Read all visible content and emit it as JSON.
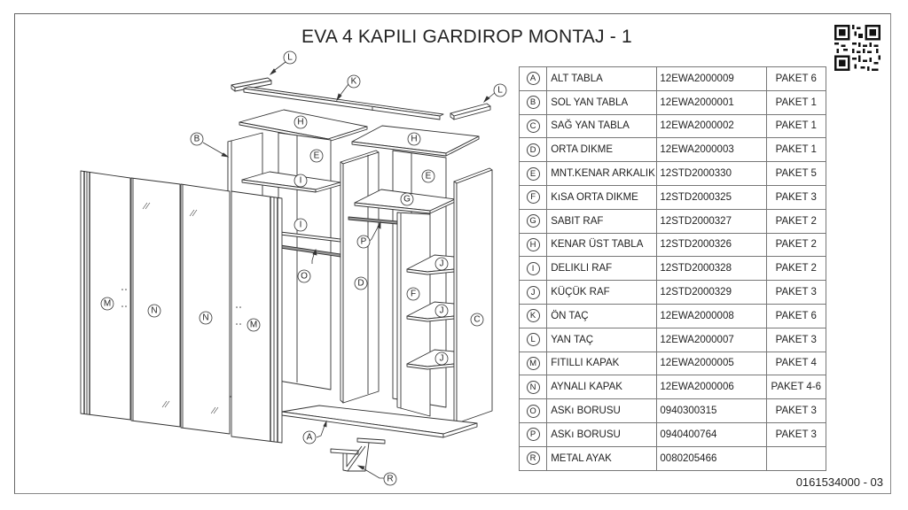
{
  "document": {
    "title": "EVA 4 KAPILI GARDIROP MONTAJ - 1",
    "doc_number": "0161534000 - 03",
    "qr_code": "qr-code"
  },
  "parts_table": {
    "rows": [
      {
        "mark": "A",
        "name": "ALT TABLA",
        "code": "12EWA2000009",
        "package": "PAKET 6"
      },
      {
        "mark": "B",
        "name": "SOL YAN TABLA",
        "code": "12EWA2000001",
        "package": "PAKET 1"
      },
      {
        "mark": "C",
        "name": "SAĞ YAN TABLA",
        "code": "12EWA2000002",
        "package": "PAKET 1"
      },
      {
        "mark": "D",
        "name": "ORTA DIKME",
        "code": "12EWA2000003",
        "package": "PAKET 1"
      },
      {
        "mark": "E",
        "name": "MNT.KENAR ARKALIK",
        "code": "12STD2000330",
        "package": "PAKET 5"
      },
      {
        "mark": "F",
        "name": "KıSA ORTA DIKME",
        "code": "12STD2000325",
        "package": "PAKET 3"
      },
      {
        "mark": "G",
        "name": "SABIT RAF",
        "code": "12STD2000327",
        "package": "PAKET 2"
      },
      {
        "mark": "H",
        "name": "KENAR ÜST TABLA",
        "code": "12STD2000326",
        "package": "PAKET 2"
      },
      {
        "mark": "I",
        "name": "DELIKLI RAF",
        "code": "12STD2000328",
        "package": "PAKET 2"
      },
      {
        "mark": "J",
        "name": "KÜÇÜK RAF",
        "code": "12STD2000329",
        "package": "PAKET 3"
      },
      {
        "mark": "K",
        "name": "ÖN TAÇ",
        "code": "12EWA2000008",
        "package": "PAKET 6"
      },
      {
        "mark": "L",
        "name": "YAN TAÇ",
        "code": "12EWA2000007",
        "package": "PAKET 3"
      },
      {
        "mark": "M",
        "name": "FITILLI KAPAK",
        "code": "12EWA2000005",
        "package": "PAKET 4"
      },
      {
        "mark": "N",
        "name": "AYNALI KAPAK",
        "code": "12EWA2000006",
        "package": "PAKET 4-6"
      },
      {
        "mark": "O",
        "name": "ASKı BORUSU",
        "code": "0940300315",
        "package": "PAKET 3"
      },
      {
        "mark": "P",
        "name": "ASKı BORUSU",
        "code": "0940400764",
        "package": "PAKET 3"
      },
      {
        "mark": "R",
        "name": "METAL AYAK",
        "code": "0080205466",
        "package": ""
      }
    ]
  },
  "drawing": {
    "callouts": {
      "L_left": "L",
      "K": "K",
      "L_right": "L",
      "H_left": "H",
      "H_right": "H",
      "B": "B",
      "E_left": "E",
      "E_right": "E",
      "I_upper": "I",
      "I_lower": "I",
      "G": "G",
      "P": "P",
      "O": "O",
      "D": "D",
      "F": "F",
      "J_1": "J",
      "J_2": "J",
      "J_3": "J",
      "C": "C",
      "M_left": "M",
      "N_left": "N",
      "N_right": "N",
      "M_right": "M",
      "A": "A",
      "R": "R"
    }
  }
}
